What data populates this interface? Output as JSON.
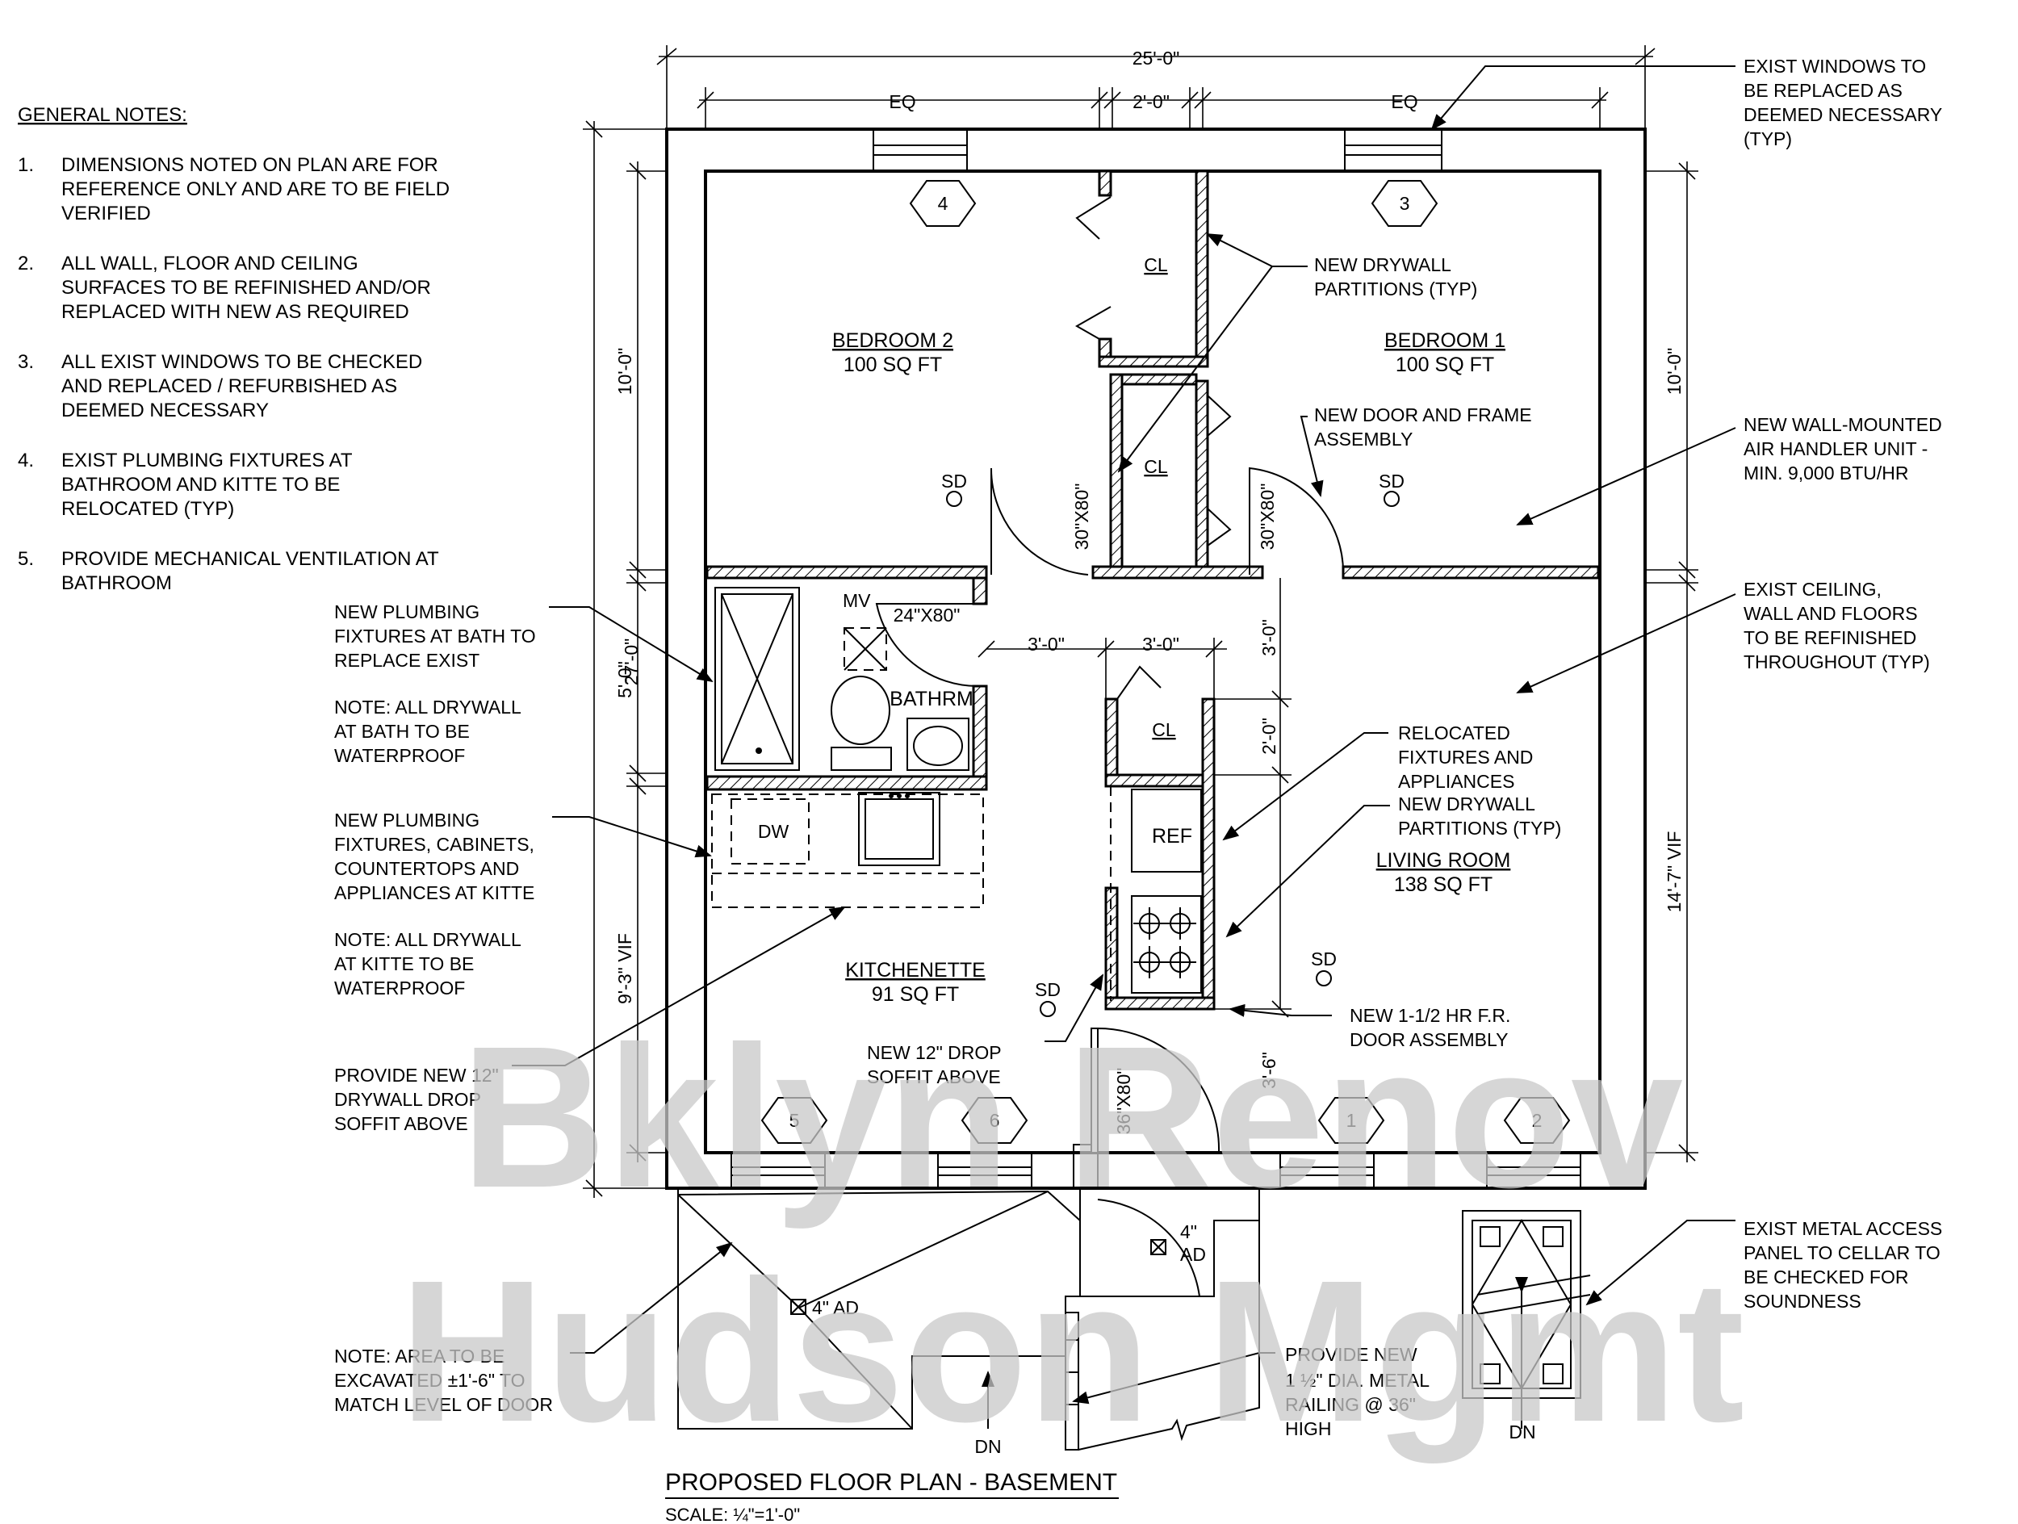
{
  "general_notes": {
    "title": "GENERAL NOTES:",
    "items": [
      {
        "num": "1.",
        "lines": [
          "DIMENSIONS NOTED ON PLAN ARE FOR",
          "REFERENCE ONLY AND ARE TO BE FIELD",
          "VERIFIED"
        ]
      },
      {
        "num": "2.",
        "lines": [
          "ALL WALL, FLOOR AND CEILING",
          "SURFACES TO BE REFINISHED AND/OR",
          "REPLACED WITH NEW AS REQUIRED"
        ]
      },
      {
        "num": "3.",
        "lines": [
          "ALL EXIST WINDOWS TO BE CHECKED",
          "AND REPLACED / REFURBISHED AS",
          "DEEMED NECESSARY"
        ]
      },
      {
        "num": "4.",
        "lines": [
          "EXIST PLUMBING FIXTURES AT",
          "BATHROOM AND KITTE TO BE",
          "RELOCATED (TYP)"
        ]
      },
      {
        "num": "5.",
        "lines": [
          "PROVIDE MECHANICAL VENTILATION AT",
          "BATHROOM"
        ]
      }
    ]
  },
  "rooms": {
    "bedroom2": {
      "name": "BEDROOM 2",
      "area": "100 SQ FT"
    },
    "bedroom1": {
      "name": "BEDROOM 1",
      "area": "100 SQ FT"
    },
    "living": {
      "name": "LIVING ROOM",
      "area": "138 SQ FT"
    },
    "kitchenette": {
      "name": "KITCHENETTE",
      "area": "91 SQ FT"
    },
    "bathroom": {
      "name": "BATHRM"
    }
  },
  "labels": {
    "closet": "CL",
    "smoke_detector": "SD",
    "ventilation": "MV",
    "dishwasher": "DW",
    "refrigerator": "REF",
    "down": "DN",
    "area_drain": "4\" AD",
    "area_drain_top": "4\"",
    "area_drain_bottom": "AD"
  },
  "window_tags": [
    "1",
    "2",
    "3",
    "4",
    "5",
    "6"
  ],
  "dimensions": {
    "overall_width": "25'-0\"",
    "eq": "EQ",
    "two_ft": "2'-0\"",
    "three_ft": "3'-0\"",
    "three_six": "3'-6\"",
    "overall_depth": "27'-0\"",
    "ten_ft": "10'-0\"",
    "five_ft": "5'-0\"",
    "nine_three": "9'-3\" VIF",
    "fourteen_seven": "14'-7\" VIF",
    "door_30x80": "30\"X80\"",
    "door_24x80": "24\"X80\"",
    "door_36x80": "36\"X80\""
  },
  "callouts": {
    "exist_windows": [
      "EXIST WINDOWS TO",
      "BE REPLACED AS",
      "DEEMED NECESSARY",
      "(TYP)"
    ],
    "new_drywall": [
      "NEW DRYWALL",
      "PARTITIONS (TYP)"
    ],
    "new_door": [
      "NEW DOOR AND FRAME",
      "ASSEMBLY"
    ],
    "air_handler": [
      "NEW WALL-MOUNTED",
      "AIR HANDLER UNIT -",
      "MIN. 9,000 BTU/HR"
    ],
    "exist_ceiling": [
      "EXIST CEILING,",
      "WALL AND FLOORS",
      "TO BE REFINISHED",
      "THROUGHOUT (TYP)"
    ],
    "relocated": [
      "RELOCATED",
      "FIXTURES AND",
      "APPLIANCES"
    ],
    "new_drywall2": [
      "NEW DRYWALL",
      "PARTITIONS (TYP)"
    ],
    "fire_door": [
      "NEW 1-1/2 HR F.R.",
      "DOOR ASSEMBLY"
    ],
    "access_panel": [
      "EXIST METAL ACCESS",
      "PANEL TO CELLAR TO",
      "BE CHECKED FOR",
      "SOUNDNESS"
    ],
    "railing": [
      "PROVIDE NEW",
      "1 ½\" DIA. METAL",
      "RAILING @ 36\"",
      "HIGH"
    ],
    "drop_soffit_center": [
      "NEW 12\" DROP",
      "SOFFIT ABOVE"
    ],
    "bath_fixtures": [
      "NEW PLUMBING",
      "FIXTURES AT BATH TO",
      "REPLACE EXIST"
    ],
    "bath_note": [
      "NOTE: ALL DRYWALL",
      "AT BATH TO BE",
      "WATERPROOF"
    ],
    "kitchen_fixtures": [
      "NEW PLUMBING",
      "FIXTURES, CABINETS,",
      "COUNTERTOPS AND",
      "APPLIANCES AT KITTE"
    ],
    "kitchen_note": [
      "NOTE: ALL DRYWALL",
      "AT KITTE TO BE",
      "WATERPROOF"
    ],
    "drop_soffit_left": [
      "PROVIDE NEW 12\"",
      "DRYWALL DROP",
      "SOFFIT ABOVE"
    ],
    "excavate": [
      "NOTE: AREA TO BE",
      "EXCAVATED ±1'-6\" TO",
      "MATCH LEVEL OF DOOR"
    ]
  },
  "title_block": {
    "title": "PROPOSED FLOOR PLAN - BASEMENT",
    "scale": "SCALE: ¼\"=1'-0\""
  },
  "watermark": {
    "line1": "Bklyn Renov",
    "line2": "Hudson Mgmt"
  }
}
